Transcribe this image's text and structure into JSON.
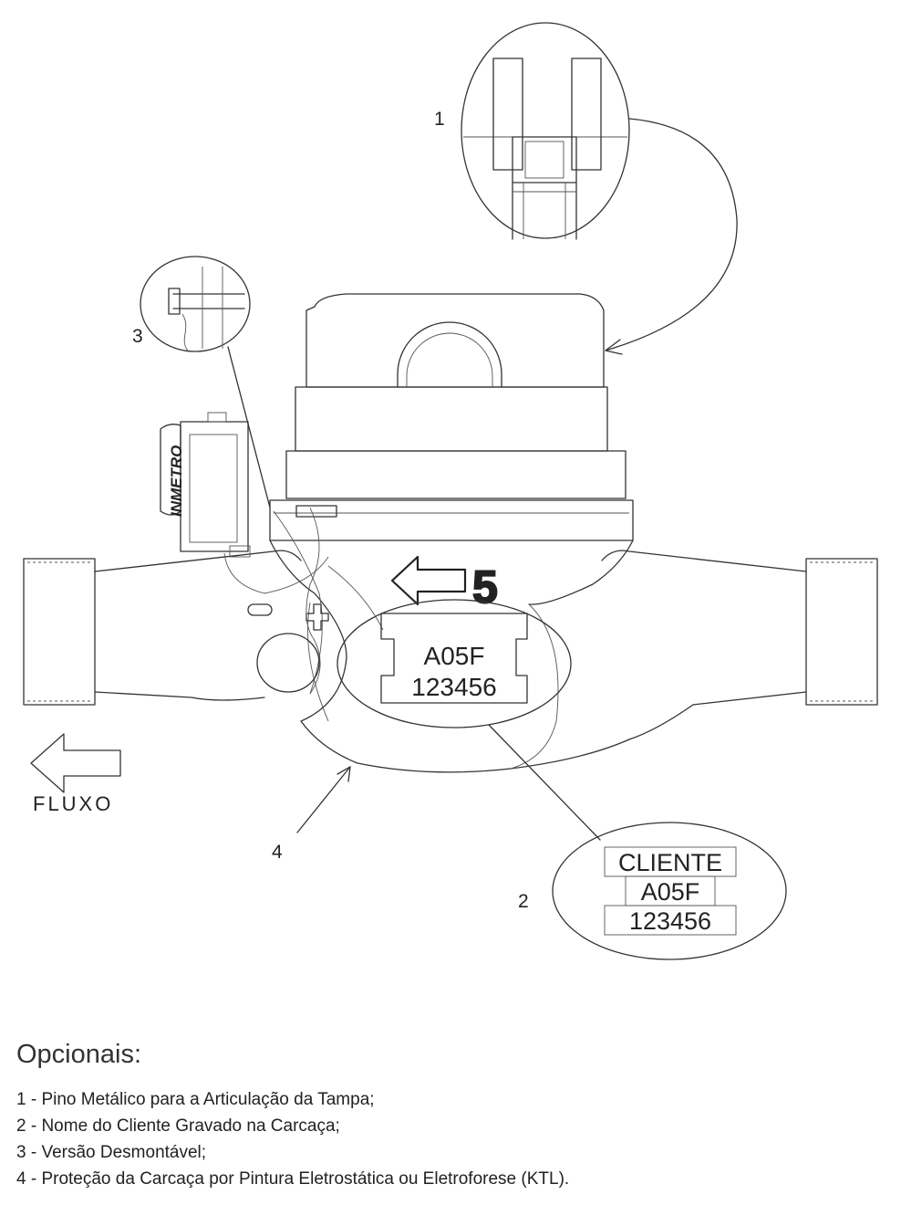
{
  "callouts": {
    "c1": "1",
    "c2": "2",
    "c3": "3",
    "c4": "4"
  },
  "labels": {
    "inmetro": "INMETRO",
    "body_code_line1": "A05F",
    "body_code_line2": "123456",
    "flow_class": "5",
    "flow_label": "FLUXO"
  },
  "detail_plate": {
    "line1": "CLIENTE",
    "line2": "A05F",
    "line3": "123456"
  },
  "legend": {
    "title": "Opcionais:",
    "items": [
      {
        "text": "1 - Pino Metálico para a Articulação da Tampa;"
      },
      {
        "text": "2 - Nome do Cliente Gravado na Carcaça;"
      },
      {
        "text": "3 - Versão Desmontável;"
      },
      {
        "text": "4 - Proteção da Carcaça por Pintura Eletrostática ou Eletroforese (KTL)."
      }
    ]
  }
}
